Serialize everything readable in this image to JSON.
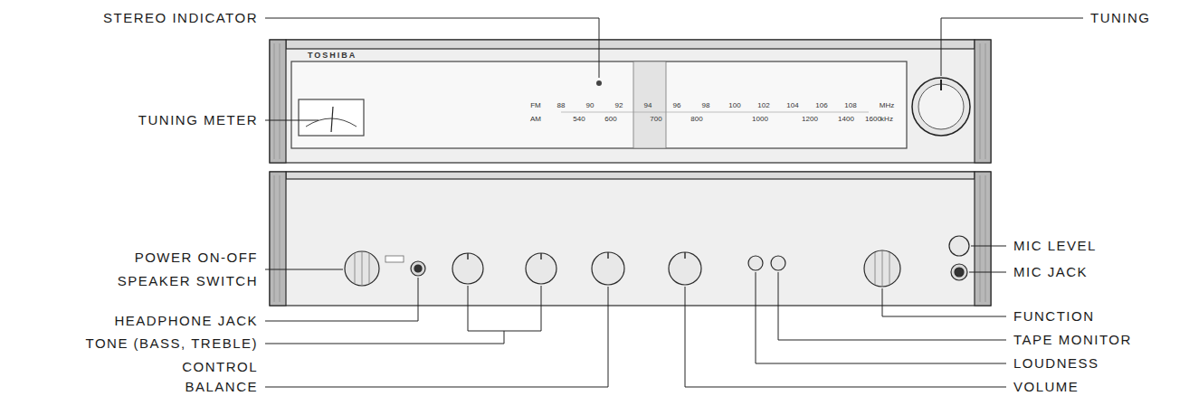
{
  "diagram": {
    "labels": [
      "STEREO INDICATOR",
      "TUNING",
      "TUNING METER",
      "POWER ON-OFF SPEAKER SWITCH",
      "MIC LEVEL",
      "MIC JACK",
      "HEADPHONE JACK",
      "FUNCTION",
      "TAPE MONITOR",
      "TONE (BASS, TREBLE) CONTROL",
      "LOUDNESS",
      "BALANCE",
      "VOLUME",
      "TOSHIBA",
      "FM",
      "88",
      "90",
      "92",
      "94",
      "96",
      "98",
      "100",
      "102",
      "104",
      "106",
      "108",
      "MHz",
      "AM",
      "540",
      "600",
      "700",
      "800",
      "1000",
      "1200",
      "1400",
      "1600",
      "kHz"
    ]
  }
}
